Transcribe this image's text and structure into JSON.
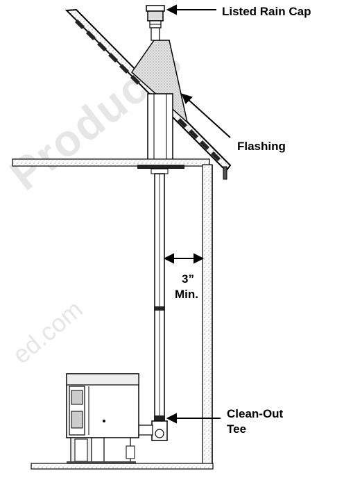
{
  "diagram": {
    "callouts": {
      "rain_cap": "Listed Rain Cap",
      "flashing": "Flashing",
      "clearance_value": "3”",
      "clearance_unit": "Min.",
      "clean_out_line1": "Clean-Out",
      "clean_out_line2": "Tee"
    },
    "watermark": {
      "large": "Products",
      "small": "ed.com"
    },
    "colors": {
      "line": "#000000",
      "stipple": "#bdbdbd",
      "watermark": "#e6e6e6"
    }
  }
}
